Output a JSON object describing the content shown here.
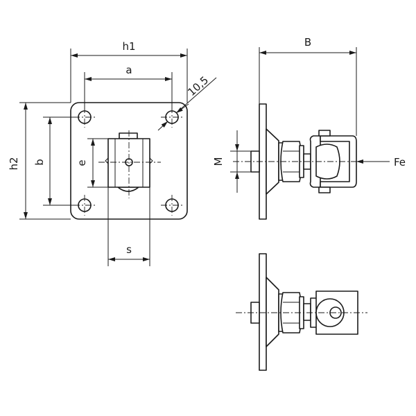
{
  "labels": {
    "h1": "h1",
    "a": "a",
    "hole": "10,5",
    "h2": "h2",
    "b": "b",
    "e": "e",
    "s": "s",
    "B": "B",
    "M": "M",
    "Fe": "Fe"
  }
}
